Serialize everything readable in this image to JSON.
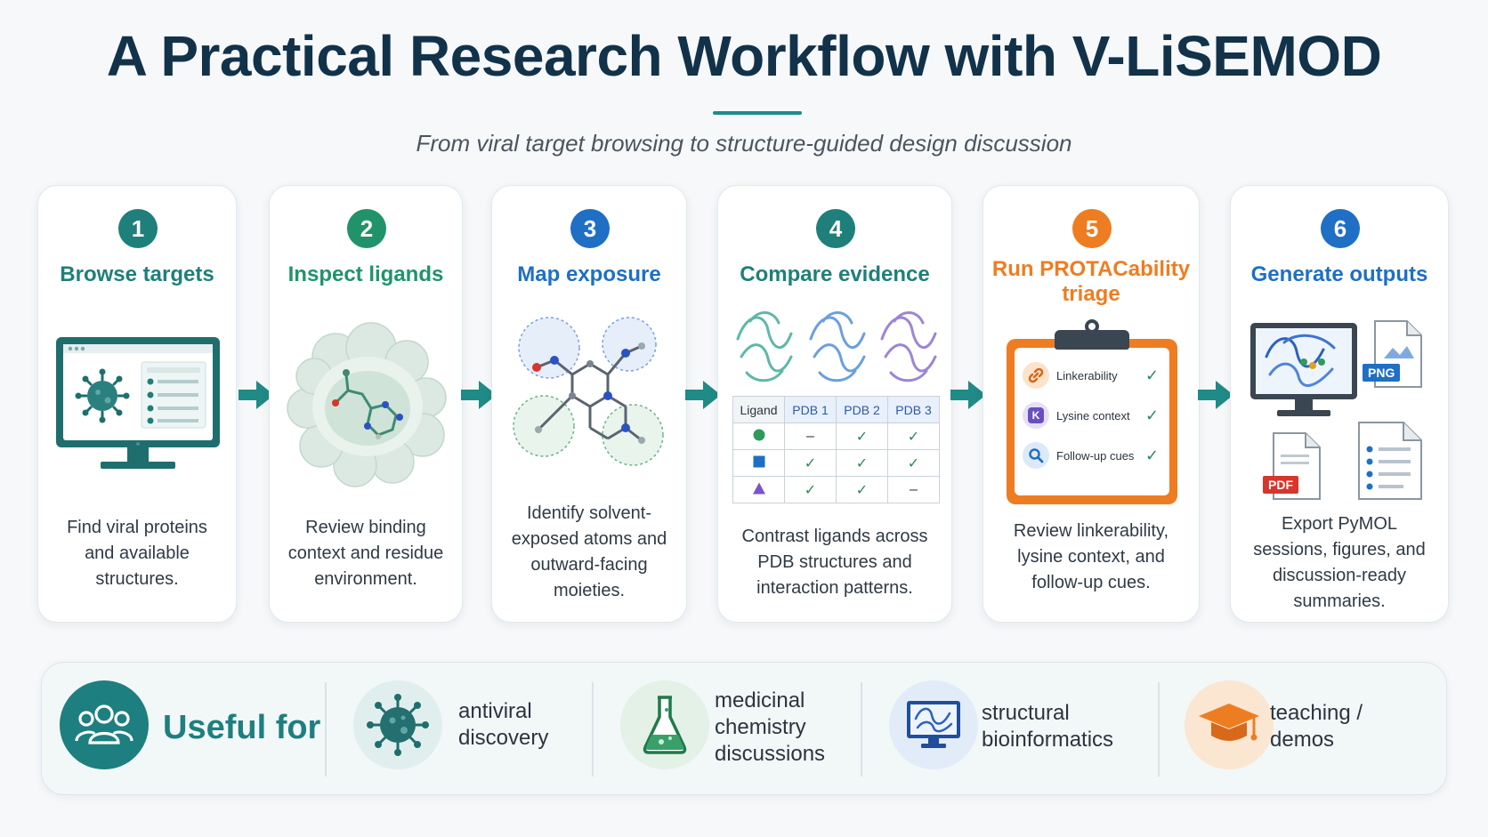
{
  "header": {
    "title": "A Practical Research Workflow with V-LiSEMOD",
    "subtitle": "From viral target browsing to structure-guided design discussion"
  },
  "colors": {
    "teal": "#1f7f7a",
    "green": "#21936b",
    "blue": "#1f6fc4",
    "orange": "#ee7d21",
    "navy": "#12324a"
  },
  "steps": [
    {
      "number": "1",
      "title": "Browse targets",
      "title_line2": "",
      "desc_lines": [
        "Find viral proteins",
        "and available",
        "structures."
      ],
      "icon": "monitor-virus-icon"
    },
    {
      "number": "2",
      "title": "Inspect ligands",
      "title_line2": "",
      "desc_lines": [
        "Review binding",
        "context and residue",
        "environment."
      ],
      "icon": "binding-pocket-icon"
    },
    {
      "number": "3",
      "title": "Map exposure",
      "title_line2": "",
      "desc_lines": [
        "Identify solvent-",
        "exposed atoms and",
        "outward-facing",
        "moieties."
      ],
      "icon": "molecule-exposure-icon"
    },
    {
      "number": "4",
      "title": "Compare evidence",
      "title_line2": "",
      "desc_lines": [
        "Contrast ligands across",
        "PDB structures and",
        "interaction patterns."
      ],
      "icon": "comparison-table-icon"
    },
    {
      "number": "5",
      "title": "Run PROTACability",
      "title_line2": "triage",
      "desc_lines": [
        "Review linkerability,",
        "lysine context, and",
        "follow-up cues."
      ],
      "icon": "clipboard-checklist-icon"
    },
    {
      "number": "6",
      "title": "Generate outputs",
      "title_line2": "",
      "desc_lines": [
        "Export PyMOL",
        "sessions, figures, and",
        "discussion-ready",
        "summaries."
      ],
      "icon": "export-files-icon"
    }
  ],
  "comparison_table": {
    "headers": [
      "Ligand",
      "PDB 1",
      "PDB 2",
      "PDB 3"
    ],
    "rows": [
      {
        "shape": "circle",
        "cells": [
          "–",
          "✓",
          "✓"
        ]
      },
      {
        "shape": "square",
        "cells": [
          "✓",
          "✓",
          "✓"
        ]
      },
      {
        "shape": "triangle",
        "cells": [
          "✓",
          "✓",
          "–"
        ]
      }
    ]
  },
  "checklist": [
    {
      "label": "Linkerability",
      "icon": "link-icon",
      "check": "✓"
    },
    {
      "label": "Lysine context",
      "icon": "lysine-k-icon",
      "glyph": "K",
      "check": "✓"
    },
    {
      "label": "Follow-up cues",
      "icon": "magnifier-icon",
      "check": "✓"
    }
  ],
  "output_files": {
    "png": "PNG",
    "pdf": "PDF"
  },
  "useful_for": {
    "label": "Useful for",
    "items": [
      {
        "lines": [
          "antiviral",
          "discovery"
        ],
        "icon": "virus-icon"
      },
      {
        "lines": [
          "medicinal",
          "chemistry",
          "discussions"
        ],
        "icon": "flask-icon"
      },
      {
        "lines": [
          "structural",
          "bioinformatics"
        ],
        "icon": "protein-monitor-icon"
      },
      {
        "lines": [
          "teaching /",
          "demos"
        ],
        "icon": "graduation-cap-icon"
      }
    ]
  }
}
